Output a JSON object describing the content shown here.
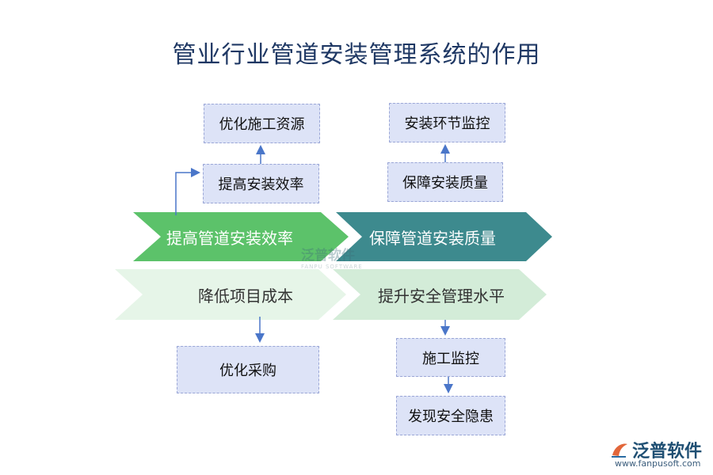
{
  "title": "管业行业管道安装管理系统的作用",
  "main": {
    "efficiency": "提高管道安装效率",
    "quality": "保障管道安装质量",
    "cost": "降低项目成本",
    "safety": "提升安全管理水平"
  },
  "boxes": {
    "optimize_resources": "优化施工资源",
    "raise_efficiency": "提高安装效率",
    "install_monitor": "安装环节监控",
    "ensure_quality": "保障安装质量",
    "optimize_purchase": "优化采购",
    "construction_monitor": "施工监控",
    "find_hazards": "发现安全隐患"
  },
  "watermark": {
    "name": "泛普软件",
    "sub": "FANPU SOFTWARE"
  },
  "logo": {
    "name": "泛普软件",
    "url": "www.fanpusoft.com"
  },
  "colors": {
    "green": "#5cc26a",
    "teal": "#3d8a8e",
    "light_green": "#e6f5e8",
    "light_mint": "#d3ecd8",
    "box_fill": "#dde3f7",
    "arrow": "#4a76c9"
  }
}
